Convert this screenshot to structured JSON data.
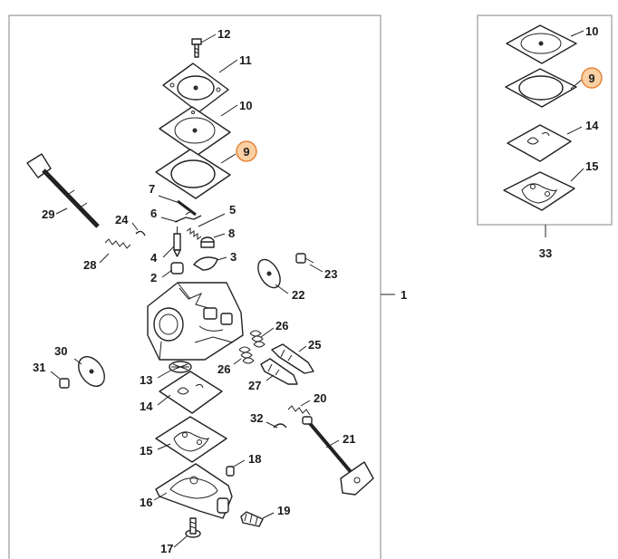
{
  "highlight": {
    "fill": "#fbd0a3",
    "stroke": "#e2853a"
  },
  "callouts": {
    "main": {
      "c1": "1",
      "c2": "2",
      "c3": "3",
      "c4": "4",
      "c5": "5",
      "c6": "6",
      "c7": "7",
      "c8": "8",
      "c9": "9",
      "c10": "10",
      "c11": "11",
      "c12": "12",
      "c13": "13",
      "c14": "14",
      "c15": "15",
      "c16": "16",
      "c17": "17",
      "c18": "18",
      "c19": "19",
      "c20": "20",
      "c21": "21",
      "c22": "22",
      "c23": "23",
      "c24": "24",
      "c25": "25",
      "c26a": "26",
      "c26b": "26",
      "c27": "27",
      "c28": "28",
      "c29": "29",
      "c30": "30",
      "c31": "31",
      "c32": "32"
    },
    "kit": {
      "c10": "10",
      "c9": "9",
      "c14": "14",
      "c15": "15",
      "c33": "33"
    }
  }
}
